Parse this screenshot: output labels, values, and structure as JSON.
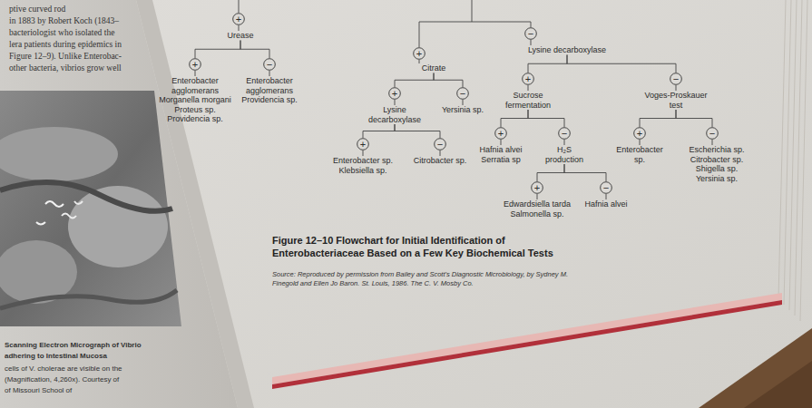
{
  "diagram": {
    "caption": "Figure 12–10 Flowchart for Initial Identification of Enterobacteriaceae Based on a Few Key Biochemical Tests",
    "nodes": [
      {
        "text": [
          "+"
        ]
      },
      {
        "text": [
          "Urease"
        ]
      },
      {
        "text": [
          "+"
        ]
      },
      {
        "text": [
          "−"
        ]
      },
      {
        "text": [
          "Enterobacter agglomerans Morganella morgani Proteus sp. Providencia sp."
        ]
      },
      {
        "text": [
          "Enterobacter agglomerans Providencia sp."
        ]
      },
      {
        "text": [
          "+"
        ]
      },
      {
        "text": [
          "Citrate"
        ]
      },
      {
        "text": [
          "+"
        ]
      },
      {
        "text": [
          "−"
        ]
      },
      {
        "text": [
          "Lysine decarboxylase"
        ]
      },
      {
        "text": [
          "Yersinia sp."
        ]
      },
      {
        "text": [
          "+"
        ]
      },
      {
        "text": [
          "−"
        ]
      },
      {
        "text": [
          "Enterobacter sp. Klebsiella sp."
        ]
      },
      {
        "text": [
          "Citrobacter sp."
        ]
      },
      {
        "text": [
          "−"
        ]
      },
      {
        "text": [
          "Lysine decarboxylase"
        ]
      },
      {
        "text": [
          "+"
        ]
      },
      {
        "text": [
          "−"
        ]
      },
      {
        "text": [
          "Sucrose fermentation"
        ]
      },
      {
        "text": [
          "Voges-Proskauer test"
        ]
      },
      {
        "text": [
          "+"
        ]
      },
      {
        "text": [
          "−"
        ]
      },
      {
        "text": [
          "Hafnia alvei Serratia sp"
        ]
      },
      {
        "text": [
          "H₂S production"
        ]
      },
      {
        "text": [
          "+"
        ]
      },
      {
        "text": [
          "−"
        ]
      },
      {
        "text": [
          "Edwardsiella tarda Salmonella sp."
        ]
      },
      {
        "text": [
          "Hafnia alvei"
        ]
      },
      {
        "text": [
          "+"
        ]
      },
      {
        "text": [
          "−"
        ]
      },
      {
        "text": [
          "Enterobacter sp."
        ]
      },
      {
        "text": [
          "Escherichia sp. Citrobacter sp. Shigella sp. Yersinia sp."
        ]
      }
    ],
    "edges": [
      {
        "from": 0,
        "to": 1,
        "arrow": "none"
      },
      {
        "from": 1,
        "to": 2,
        "arrow": "none"
      },
      {
        "from": 1,
        "to": 3,
        "arrow": "none"
      },
      {
        "from": 2,
        "to": 4,
        "arrow": "none"
      },
      {
        "from": 3,
        "to": 5,
        "arrow": "none"
      },
      {
        "from": 6,
        "to": 7,
        "arrow": "none"
      },
      {
        "from": 7,
        "to": 8,
        "arrow": "none"
      },
      {
        "from": 7,
        "to": 9,
        "arrow": "none"
      },
      {
        "from": 8,
        "to": 10,
        "arrow": "none"
      },
      {
        "from": 9,
        "to": 11,
        "arrow": "none"
      },
      {
        "from": 10,
        "to": 12,
        "arrow": "none"
      },
      {
        "from": 10,
        "to": 13,
        "arrow": "none"
      },
      {
        "from": 12,
        "to": 14,
        "arrow": "none"
      },
      {
        "from": 13,
        "to": 15,
        "arrow": "none"
      },
      {
        "from": 16,
        "to": 17,
        "arrow": "none"
      },
      {
        "from": 17,
        "to": 18,
        "arrow": "none"
      },
      {
        "from": 17,
        "to": 19,
        "arrow": "none"
      },
      {
        "from": 18,
        "to": 20,
        "arrow": "none"
      },
      {
        "from": 19,
        "to": 21,
        "arrow": "none"
      },
      {
        "from": 20,
        "to": 22,
        "arrow": "none"
      },
      {
        "from": 20,
        "to": 23,
        "arrow": "none"
      },
      {
        "from": 22,
        "to": 24,
        "arrow": "none"
      },
      {
        "from": 23,
        "to": 25,
        "arrow": "none"
      },
      {
        "from": 25,
        "to": 26,
        "arrow": "none"
      },
      {
        "from": 25,
        "to": 27,
        "arrow": "none"
      },
      {
        "from": 26,
        "to": 28,
        "arrow": "none"
      },
      {
        "from": 27,
        "to": 29,
        "arrow": "none"
      },
      {
        "from": 21,
        "to": 30,
        "arrow": "none"
      },
      {
        "from": 21,
        "to": 31,
        "arrow": "none"
      },
      {
        "from": 30,
        "to": 32,
        "arrow": "none"
      },
      {
        "from": 31,
        "to": 33,
        "arrow": "none"
      }
    ],
    "labels": [
      "ptive curved rod",
      "in 1883 by Robert Koch (1843–",
      "bacteriologist who isolated the",
      "lera patients during epidemics in",
      "Figure 12–9). Unlike Enterobac-",
      "other bacteria, vibrios grow well",
      "Scanning Electron Micrograph of Vibrio",
      "adhering to Intestinal Mucosa",
      "cells of V. cholerae are visible on the",
      "(Magnification, 4,260x). Courtesy of",
      "of Missouri School of",
      "Source: Reproduced by permission from Bailey and Scott's Diagnostic Microbiology, by Sydney M. Finegold and Ellen Jo Baron. St. Louis, 1986. The C. V. Mosby Co."
    ]
  }
}
